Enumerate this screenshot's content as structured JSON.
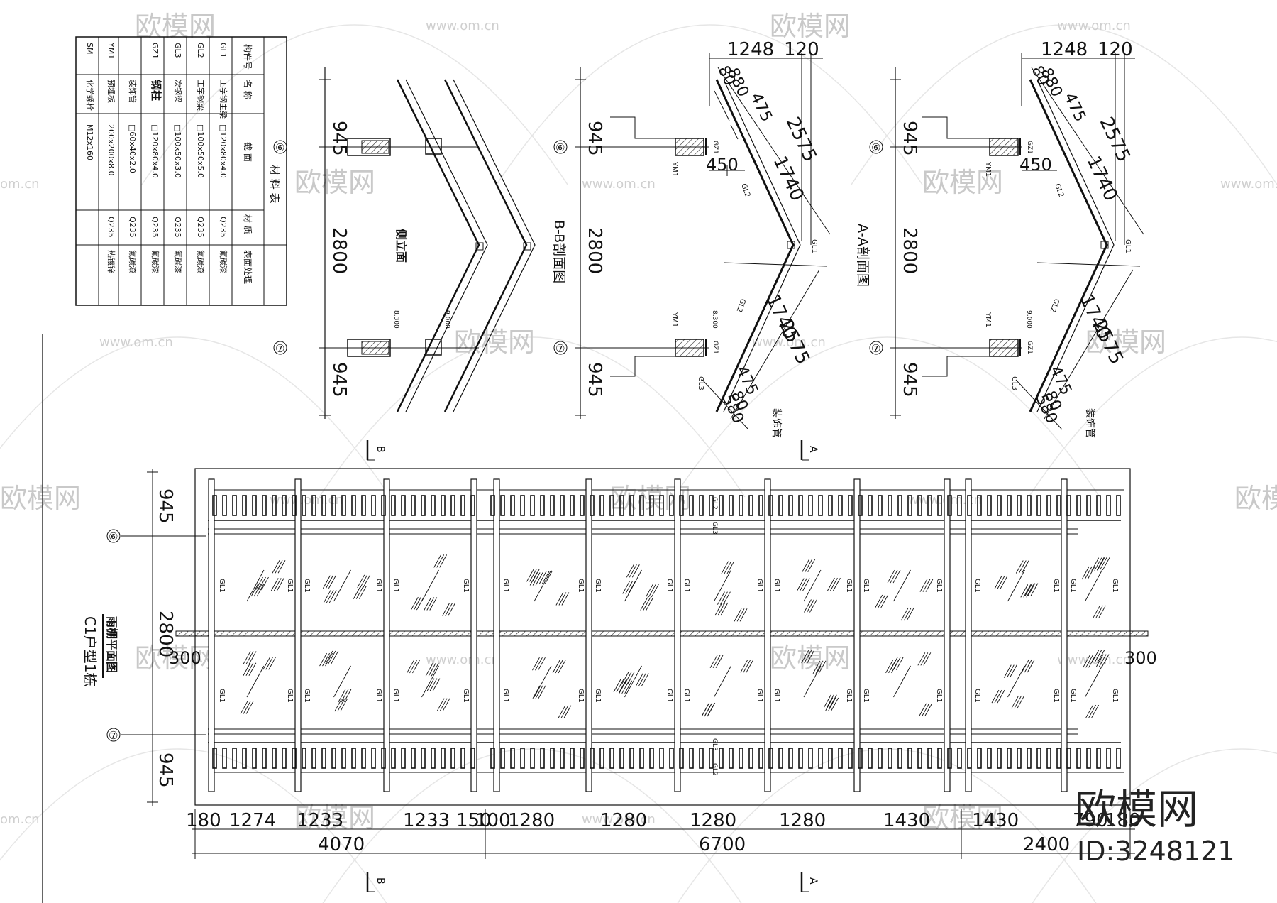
{
  "watermark": {
    "brand": "欧模网",
    "url": "www.om.cn",
    "url_short": "om.cn",
    "brand_short": "欧模网"
  },
  "footer": {
    "logo": "欧模网",
    "id_text": "ID:3248121"
  },
  "material_table": {
    "title": "材  料  表",
    "headers": [
      "构件号",
      "名  称",
      "截  面",
      "材  质",
      "表面处理"
    ],
    "rows": [
      [
        "GL1",
        "工字钢主梁",
        "□120x80x4.0",
        "Q235",
        "氟碳漆"
      ],
      [
        "GL2",
        "工字钢梁",
        "□100x50x5.0",
        "Q235",
        "氟碳漆"
      ],
      [
        "GL3",
        "次钢梁",
        "□100x50x3.0",
        "Q235",
        "氟碳漆"
      ],
      [
        "GZ1",
        "钢柱",
        "□120x80x4.0",
        "Q235",
        "氟碳漆"
      ],
      [
        "",
        "装饰管",
        "□60x40x2.0",
        "Q235",
        "氟碳漆"
      ],
      [
        "YM1",
        "预埋板",
        "200x200x8.0",
        "Q235",
        "热镀锌"
      ],
      [
        "SM",
        "化学螺栓",
        "M12x160",
        "",
        ""
      ]
    ]
  },
  "side_elevation": {
    "title": "侧立面",
    "dims": [
      "945",
      "2800",
      "945"
    ],
    "axes": [
      "⑥",
      "⑦"
    ],
    "elev1": "8.300",
    "elev2": "9.000"
  },
  "section_bb": {
    "title": "B-B剖面图",
    "dims_v": [
      "945",
      "2800",
      "945"
    ],
    "dims_top": [
      "1248",
      "120"
    ],
    "dims_inclined": [
      "80",
      "880",
      "475",
      "2575",
      "1740",
      "450",
      "1740",
      "2575",
      "475",
      "80",
      "580"
    ],
    "labels": [
      "GZ1",
      "YM1",
      "GL2",
      "GL1",
      "GL2",
      "YM1",
      "GZ1",
      "GL3",
      "装饰管"
    ],
    "elev": "8.300",
    "axes": [
      "⑥",
      "⑦"
    ]
  },
  "section_aa": {
    "title": "A-A剖面图",
    "dims_v": [
      "945",
      "2800",
      "945"
    ],
    "dims_top": [
      "1248",
      "120"
    ],
    "dims_inclined": [
      "80",
      "880",
      "475",
      "2575",
      "1740",
      "450",
      "1740",
      "2575",
      "475",
      "80",
      "580"
    ],
    "labels": [
      "GZ1",
      "YM1",
      "GL2",
      "GL1",
      "GL2",
      "YM1",
      "GZ1",
      "GL3",
      "装饰管"
    ],
    "elev": "9.000",
    "axes": [
      "⑥",
      "⑦"
    ]
  },
  "plan": {
    "title": "雨棚平面图",
    "subtitle": "C1户型1栋",
    "dims_left": [
      "945",
      "2800",
      "945"
    ],
    "dim_300_left": "300",
    "dim_300_right": "300",
    "axes": [
      "⑥",
      "⑦"
    ],
    "bottom_dims": [
      "180",
      "1274",
      "1233",
      "1233",
      "150",
      "100",
      "1280",
      "1280",
      "1280",
      "1280",
      "1430",
      "1430",
      "790",
      "180"
    ],
    "total_dims": [
      "4070",
      "6700",
      "2400"
    ],
    "section_marks": [
      "B",
      "A",
      "B",
      "A"
    ],
    "beam_label": "GL1",
    "pipe_label": "GL3",
    "gl2": "GL2"
  }
}
